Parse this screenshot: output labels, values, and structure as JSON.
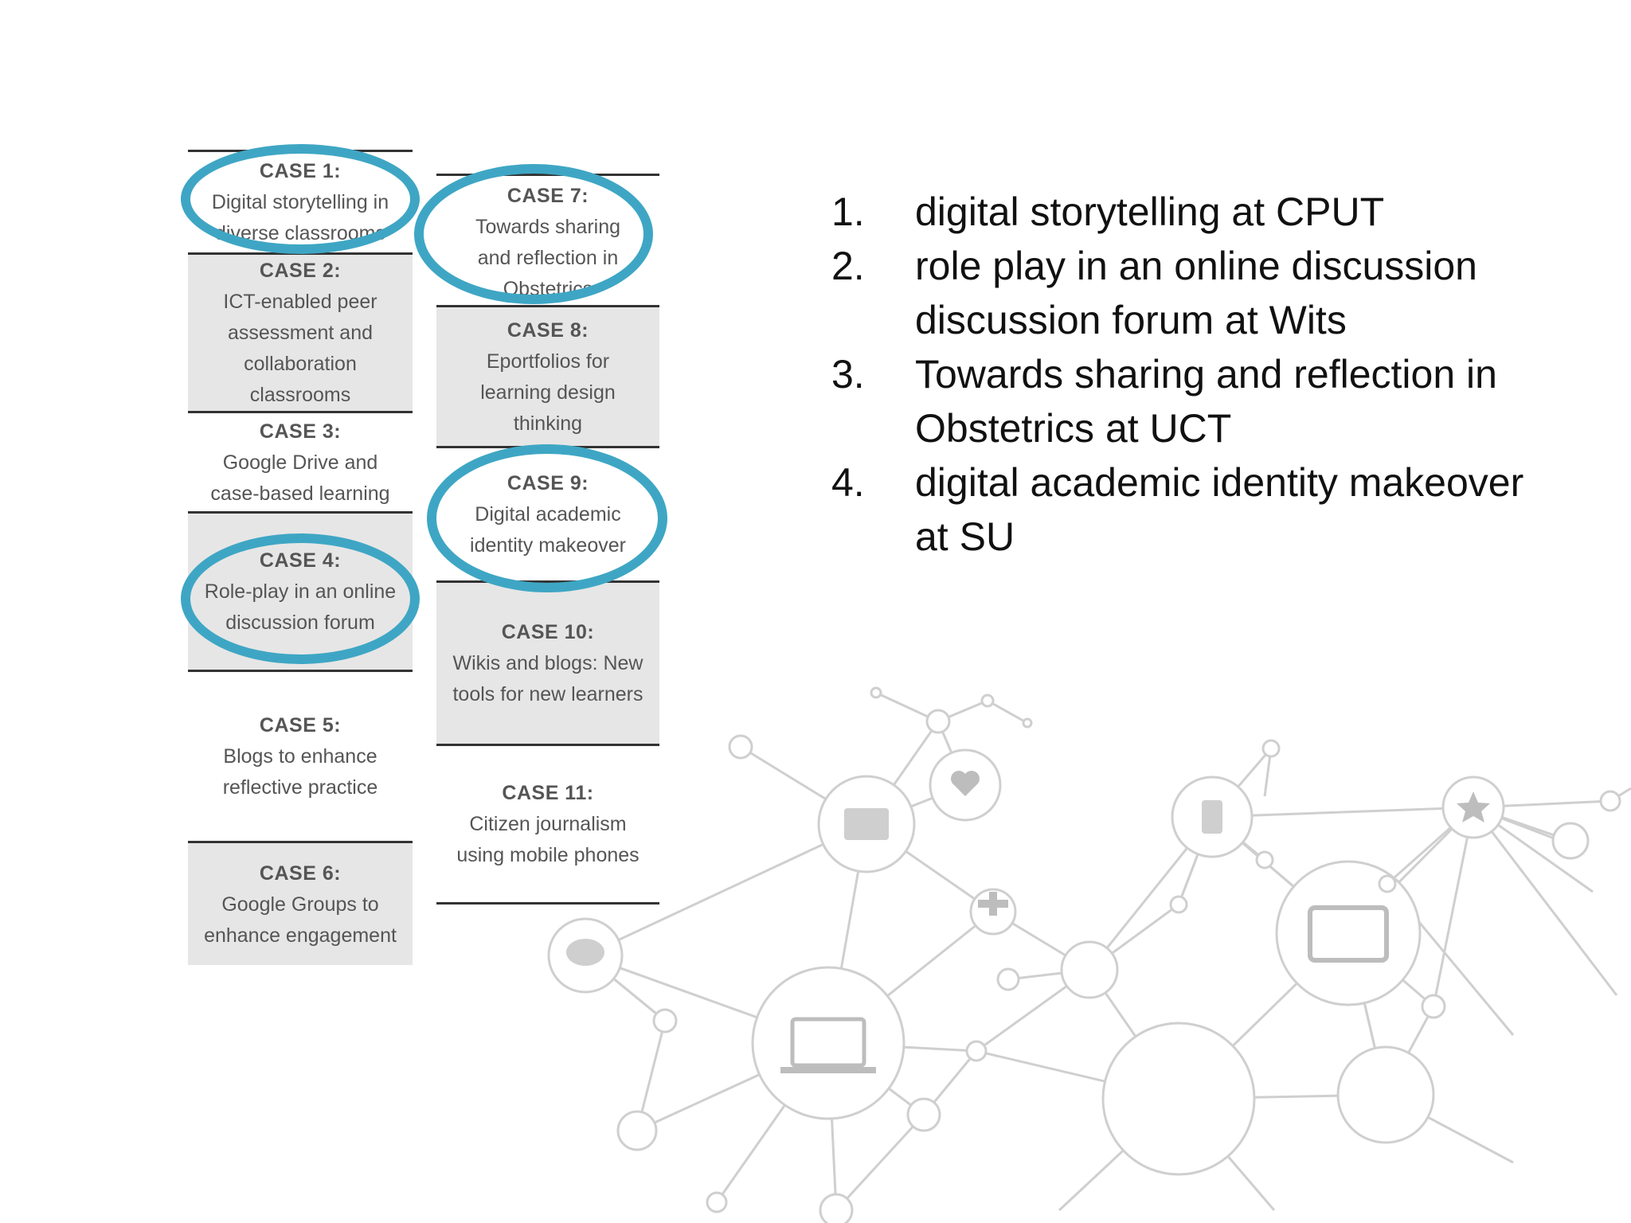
{
  "cases_left": [
    {
      "title": "CASE 1:",
      "text": "Digital storytelling in diverse classrooms",
      "circled": true,
      "shade": "white"
    },
    {
      "title": "CASE 2:",
      "text": "ICT-enabled peer assessment and collaboration classrooms",
      "circled": false,
      "shade": "gray"
    },
    {
      "title": "CASE 3:",
      "text": "Google Drive and case-based learning",
      "circled": false,
      "shade": "white"
    },
    {
      "title": "CASE 4:",
      "text": "Role-play in an online discussion forum",
      "circled": true,
      "shade": "gray"
    },
    {
      "title": "CASE 5:",
      "text": "Blogs to enhance reflective practice",
      "circled": false,
      "shade": "white"
    },
    {
      "title": "CASE 6:",
      "text": "Google Groups to enhance engagement",
      "circled": false,
      "shade": "gray"
    }
  ],
  "cases_right": [
    {
      "title": "CASE 7:",
      "text": "Towards sharing and reflection in Obstetrics",
      "circled": true,
      "shade": "white"
    },
    {
      "title": "CASE 8:",
      "text": "Eportfolios for learning design thinking",
      "circled": false,
      "shade": "gray"
    },
    {
      "title": "CASE 9:",
      "text": "Digital academic identity makeover",
      "circled": true,
      "shade": "white"
    },
    {
      "title": "CASE 10:",
      "text": "Wikis and blogs: New tools for new learners",
      "circled": false,
      "shade": "gray"
    },
    {
      "title": "CASE 11:",
      "text": "Citizen journalism using mobile phones",
      "circled": false,
      "shade": "white"
    }
  ],
  "list": [
    {
      "num": "1.",
      "text": "digital storytelling at CPUT"
    },
    {
      "num": "2.",
      "text": "role play in an online discussion discussion forum at Wits"
    },
    {
      "num": "3.",
      "text": "Towards sharing and reflection in Obstetrics at UCT"
    },
    {
      "num": "4.",
      "text": "digital academic identity makeover at SU"
    }
  ],
  "icons": [
    "newspaper-icon",
    "heart-icon",
    "mobile-phone-icon",
    "star-icon",
    "speech-bubble-icon",
    "plus-icon",
    "wifi-icon",
    "laptop-icon",
    "tablet-icon",
    "person-icon"
  ],
  "colors": {
    "highlight_ring": "#3ea6c4",
    "cell_gray": "#e6e6e6",
    "network_line": "#c8c8c8",
    "text": "#111111"
  }
}
